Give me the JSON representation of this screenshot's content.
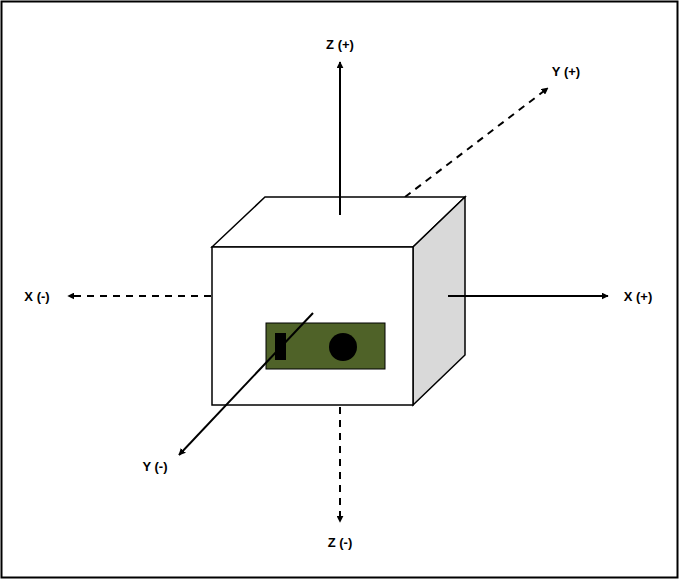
{
  "diagram": {
    "labels": [
      "Z (+)",
      "Y (+)",
      "X (-)",
      "X (+)",
      "Y (-)",
      "Z (-)"
    ]
  }
}
